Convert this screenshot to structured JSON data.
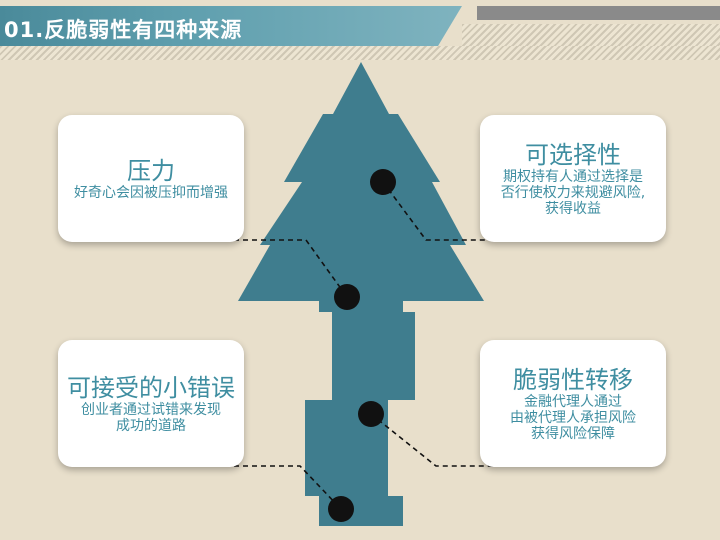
{
  "title": {
    "number": "01.",
    "text": "反脆弱性有四种来源"
  },
  "colors": {
    "accent": "#3f8ea1",
    "tree": "#3f7d8e",
    "background": "#e8dfcb"
  },
  "cards": [
    {
      "title": "压力",
      "desc": [
        "好奇心会因被压抑而增强"
      ]
    },
    {
      "title": "可选择性",
      "desc": [
        "期权持有人通过选择是",
        "否行使权力来规避风险,",
        "获得收益"
      ]
    },
    {
      "title": "可接受的小错误",
      "desc": [
        "创业者通过试错来发现",
        "成功的道路"
      ]
    },
    {
      "title": "脆弱性转移",
      "desc": [
        "金融代理人通过",
        "由被代理人承担风险",
        "获得风险保障"
      ]
    }
  ]
}
